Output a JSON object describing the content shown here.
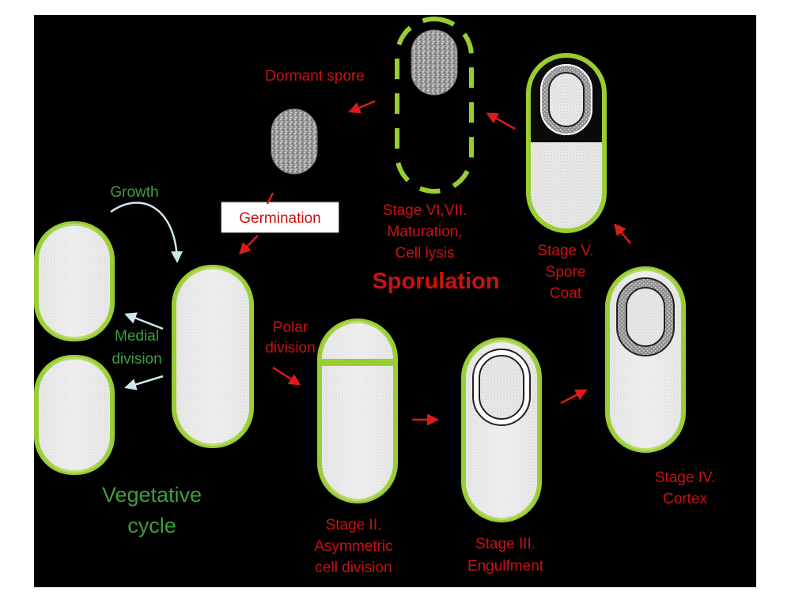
{
  "colors": {
    "background": "#000000",
    "cell_outline": "#9ACD32",
    "red_label": "#CC1111",
    "green_label": "#3E9E3E",
    "arrow_red": "#E01A1A",
    "arrow_white": "#CFE8EE",
    "germination_box": "#FFFFFF"
  },
  "labels": {
    "dormant_spore": "Dormant spore",
    "germination": "Germination",
    "growth": "Growth",
    "medial_division": [
      "Medial",
      "division"
    ],
    "vegetative_cycle": [
      "Vegetative",
      "cycle"
    ],
    "polar_division": [
      "Polar",
      "division"
    ],
    "stage2": [
      "Stage II.",
      "Asymmetric",
      "cell division"
    ],
    "stage3": [
      "Stage III.",
      "Engulfment"
    ],
    "stage4": [
      "Stage IV.",
      "Cortex"
    ],
    "stage5": [
      "Stage V.",
      "Spore",
      "Coat"
    ],
    "stage67": [
      "Stage VI,VII.",
      "Maturation,",
      "Cell lysis"
    ],
    "sporulation": "Sporulation"
  }
}
